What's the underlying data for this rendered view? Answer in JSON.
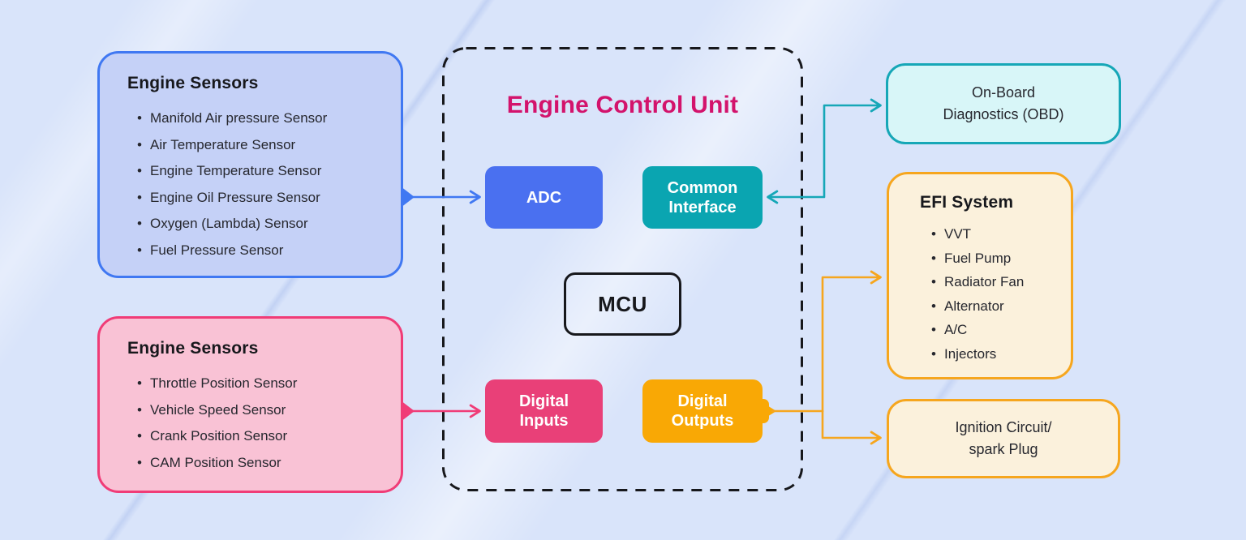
{
  "colors": {
    "background": "#D9E4FA",
    "ink": "#17181C",
    "text": "#26272E",
    "magenta": "#D3136C",
    "blue": "#4078F2",
    "blue_fill": "#C5D1F7",
    "adc_fill": "#4A70F0",
    "teal": "#16A7B7",
    "common_interface_fill": "#0AA5B1",
    "obd_fill": "#D8F6F8",
    "pink": "#F03C77",
    "pink_fill": "#F9C2D5",
    "digital_inputs_fill": "#E94078",
    "orange": "#F6A61E",
    "digital_outputs_fill": "#F9A805",
    "cream_fill": "#FBF1DC"
  },
  "analog_sensors": {
    "title": "Engine Sensors",
    "items": [
      "Manifold Air pressure Sensor",
      "Air Temperature Sensor",
      "Engine Temperature Sensor",
      "Engine Oil Pressure Sensor",
      "Oxygen (Lambda) Sensor",
      "Fuel Pressure Sensor"
    ]
  },
  "digital_sensors": {
    "title": "Engine Sensors",
    "items": [
      "Throttle Position Sensor",
      "Vehicle Speed Sensor",
      "Crank Position Sensor",
      "CAM Position Sensor"
    ]
  },
  "ecu": {
    "title": "Engine Control Unit",
    "adc_label": "ADC",
    "common_interface_label": "Common Interface",
    "mcu_label": "MCU",
    "digital_inputs_label": "Digital Inputs",
    "digital_outputs_label": "Digital Outputs"
  },
  "obd": {
    "line1": "On-Board",
    "line2": "Diagnostics (OBD)"
  },
  "efi": {
    "title": "EFI System",
    "items": [
      "VVT",
      "Fuel Pump",
      "Radiator Fan",
      "Alternator",
      "A/C",
      "Injectors"
    ]
  },
  "ignition": {
    "line1": "Ignition Circuit/",
    "line2": "spark Plug"
  }
}
